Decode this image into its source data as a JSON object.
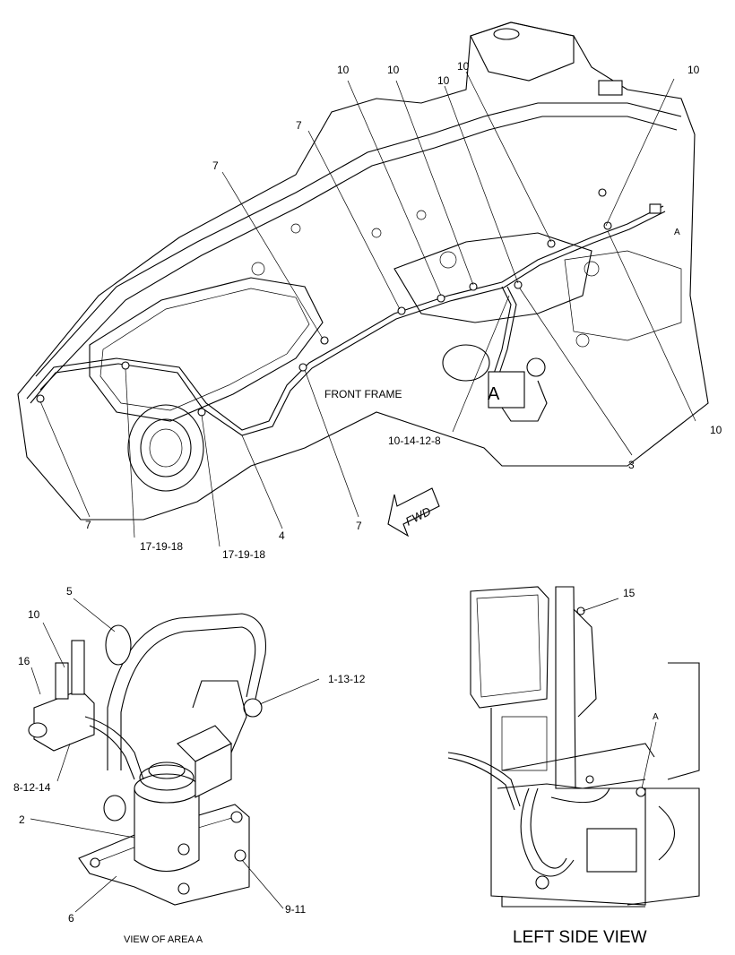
{
  "main_view": {
    "frame_label": "FRONT FRAME",
    "fwd_label": "FWD",
    "area_marker": "A",
    "small_marker": "A",
    "callouts": {
      "c10_a": "10",
      "c10_b": "10",
      "c10_c": "10",
      "c10_d": "10",
      "c10_e": "10",
      "c10_f": "10",
      "c7_a": "7",
      "c7_b": "7",
      "c7_c": "7",
      "c7_d": "7",
      "c3": "3",
      "c4": "4",
      "c10_14_12_8": "10-14-12-8",
      "c17_19_18_a": "17-19-18",
      "c17_19_18_b": "17-19-18"
    }
  },
  "area_view": {
    "caption": "VIEW OF AREA  A",
    "callouts": {
      "c5": "5",
      "c10": "10",
      "c16": "16",
      "c1_13_12": "1-13-12",
      "c8_12_14": "8-12-14",
      "c2": "2",
      "c6": "6",
      "c9_11": "9-11"
    }
  },
  "side_view": {
    "caption": "LEFT SIDE VIEW",
    "callouts": {
      "c15": "15",
      "cA": "A"
    }
  }
}
